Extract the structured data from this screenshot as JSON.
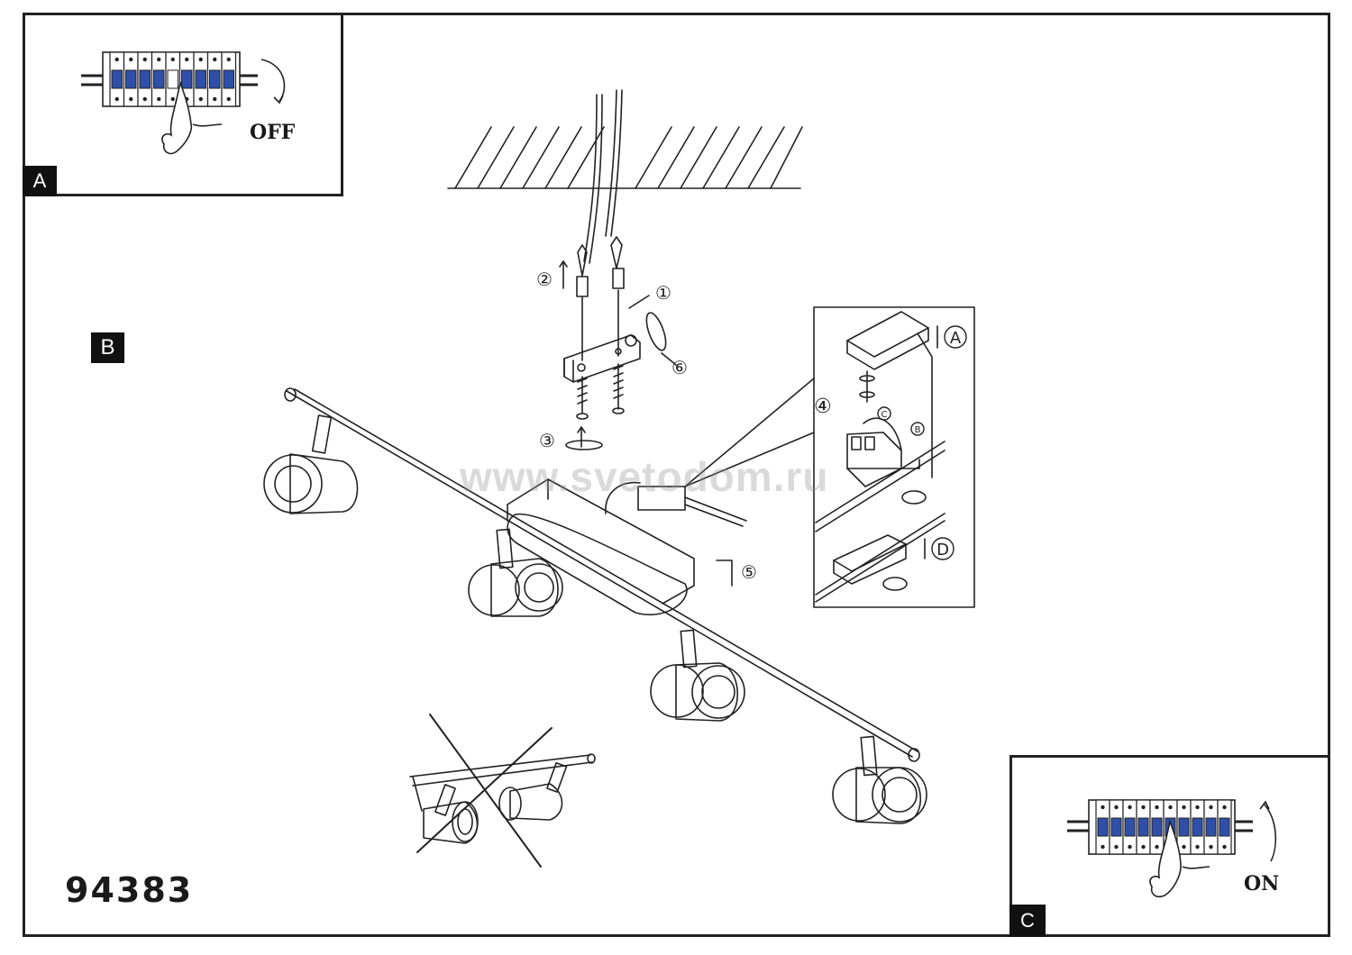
{
  "panels": {
    "a": {
      "tag": "A",
      "switch_state": "OFF"
    },
    "b": {
      "tag": "B"
    },
    "c": {
      "tag": "C",
      "switch_state": "ON"
    }
  },
  "steps": [
    "①",
    "②",
    "③",
    "④",
    "⑤",
    "⑥"
  ],
  "detail_labels": [
    "A",
    "B",
    "C",
    "D"
  ],
  "watermark": "www.svetodom.ru",
  "model_number": "94383",
  "colors": {
    "breaker_blue": "#2f4fa8",
    "line": "#222222"
  }
}
